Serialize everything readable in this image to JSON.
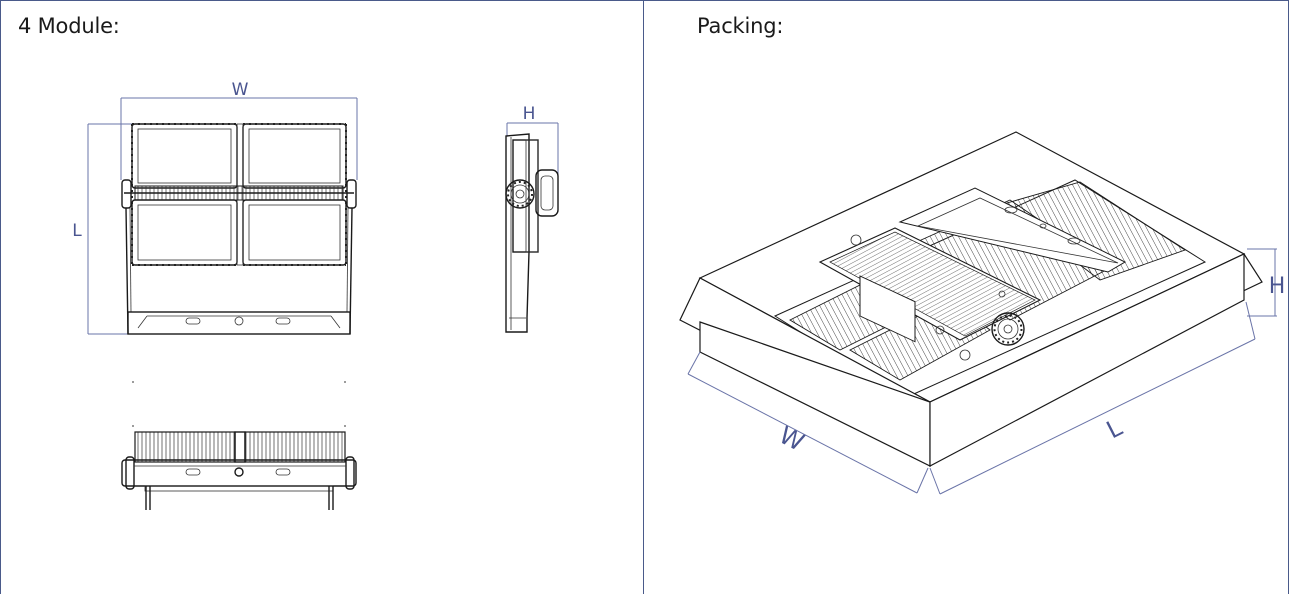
{
  "left_panel": {
    "title": "4 Module:",
    "front_view": {
      "width_label": "W",
      "length_label": "L"
    },
    "side_view": {
      "height_label": "H"
    }
  },
  "right_panel": {
    "title": "Packing:",
    "box": {
      "width_label": "W",
      "length_label": "L",
      "height_label": "H"
    }
  },
  "colors": {
    "border": "#4a5a8a",
    "dimension": "#4a5590",
    "drawing": "#1a1a1a"
  }
}
